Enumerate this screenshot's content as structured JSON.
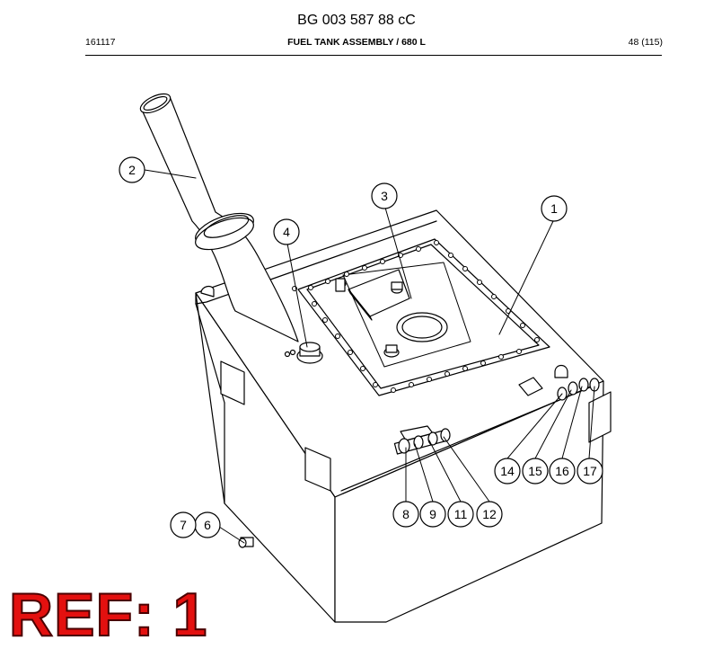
{
  "header": {
    "document_number": "BG 003 587 88 cC",
    "date_code": "161117",
    "title": "FUEL TANK ASSEMBLY / 680 L",
    "page": "48 (115)"
  },
  "callouts": [
    "1",
    "2",
    "3",
    "4",
    "6",
    "7",
    "8",
    "9",
    "11",
    "12",
    "14",
    "15",
    "16",
    "17"
  ],
  "ref_label": "REF: 1"
}
